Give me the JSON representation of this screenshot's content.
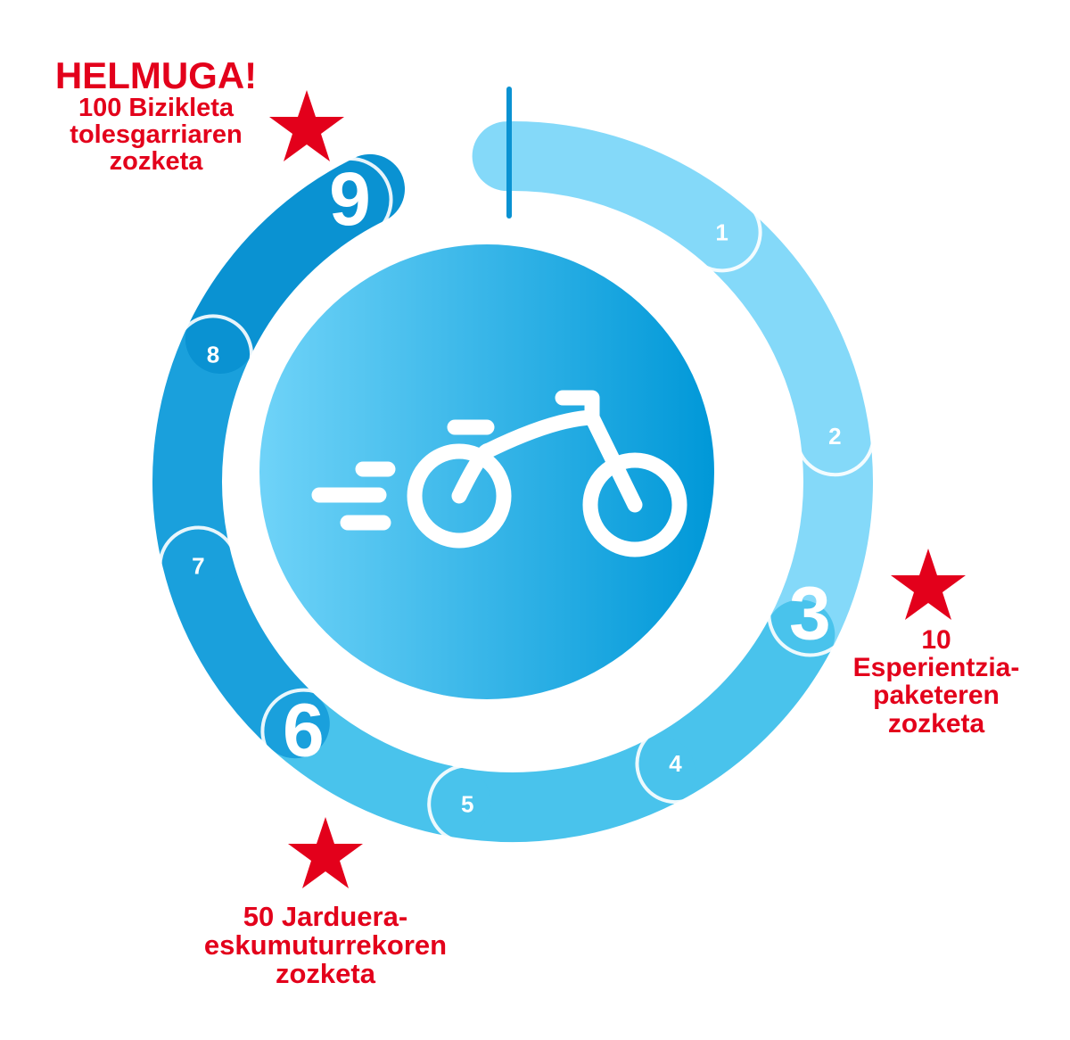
{
  "colors": {
    "accent_red": "#e3001b",
    "ring_light": "#84d9f9",
    "ring_mid": "#49c3ec",
    "ring_dark": "#1aa0dc",
    "ring_darkest": "#0a92d2",
    "circle_light": "#6fd3f8",
    "circle_dark": "#0098d8"
  },
  "center_icon": "bicycle-with-motion-lines-icon",
  "steps": [
    {
      "label": "1"
    },
    {
      "label": "2"
    },
    {
      "label": "3"
    },
    {
      "label": "4"
    },
    {
      "label": "5"
    },
    {
      "label": "6"
    },
    {
      "label": "7"
    },
    {
      "label": "8"
    },
    {
      "label": "9"
    }
  ],
  "milestones": {
    "goal": {
      "headline": "HELMUGA!",
      "line1": "100 Bizikleta",
      "line2": "tolesgarriaren",
      "line3": "zozketa",
      "icon": "star-icon"
    },
    "step3": {
      "line1": "10",
      "line2": "Esperientzia-",
      "line3": "paketeren",
      "line4": "zozketa",
      "icon": "star-icon"
    },
    "step6": {
      "line1": "50 Jarduera-",
      "line2": "eskumuturrekoren",
      "line3": "zozketa",
      "icon": "star-icon"
    }
  }
}
